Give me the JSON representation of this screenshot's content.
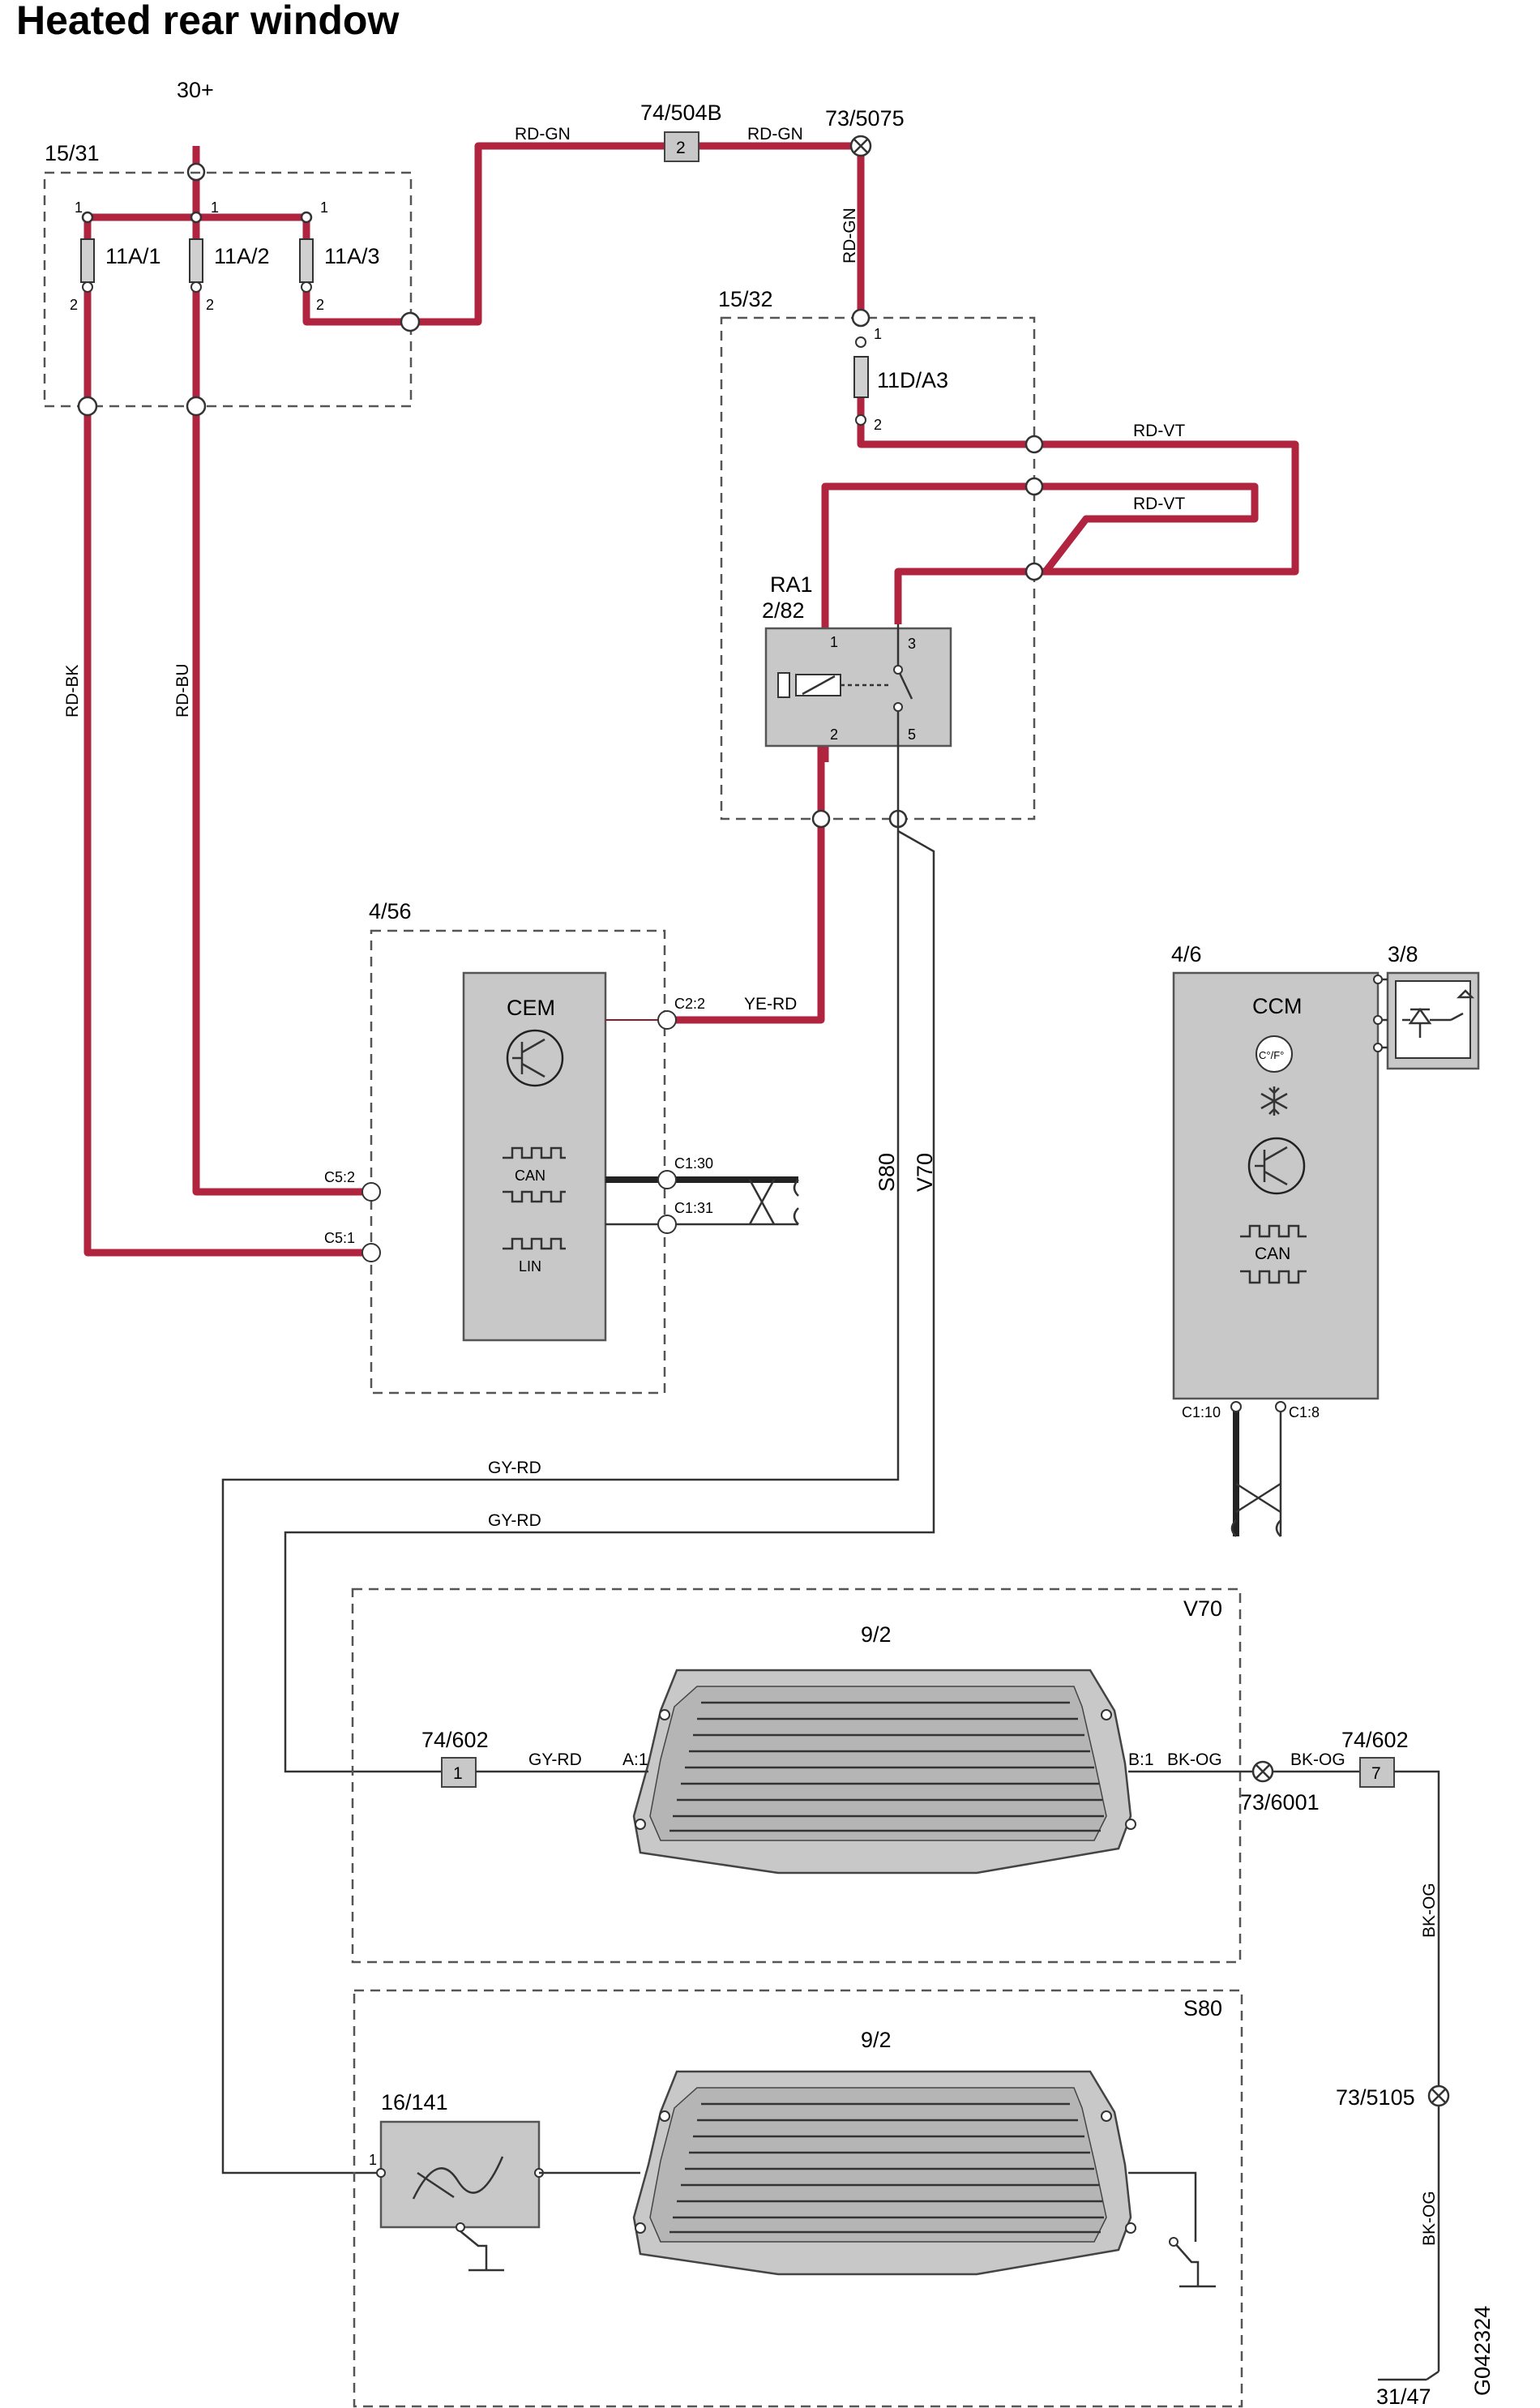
{
  "title": "Heated rear window",
  "supply": "30+",
  "fuse_box_a": {
    "id": "15/31",
    "fuses": [
      "11A/1",
      "11A/2",
      "11A/3"
    ],
    "pin_top": "1",
    "pin_bottom": "2"
  },
  "fuse_box_b": {
    "id": "15/32",
    "fuse": "11D/A3",
    "pin_top": "1",
    "pin_bottom": "2"
  },
  "relay": {
    "ref": "RA1",
    "id": "2/82",
    "pins": [
      "1",
      "2",
      "3",
      "5"
    ]
  },
  "connector_504b": {
    "id": "74/504B",
    "pin": "2"
  },
  "splice_5075": "73/5075",
  "wire_colors": {
    "rd_gn": "RD-GN",
    "rd_vt": "RD-VT",
    "rd_bk": "RD-BK",
    "rd_bu": "RD-BU",
    "ye_rd": "YE-RD",
    "gy_rd": "GY-RD",
    "bk_og": "BK-OG"
  },
  "cem": {
    "id": "4/56",
    "name": "CEM",
    "can": "CAN",
    "lin": "LIN",
    "pins": {
      "c2_2": "C2:2",
      "c1_30": "C1:30",
      "c1_31": "C1:31",
      "c5_2": "C5:2",
      "c5_1": "C5:1"
    }
  },
  "ccm": {
    "id": "4/6",
    "name": "CCM",
    "temp_symbol": "C°/F°",
    "can": "CAN",
    "pins": {
      "c1_10": "C1:10",
      "c1_8": "C1:8"
    }
  },
  "switch_panel": {
    "id": "3/8"
  },
  "variant_labels": {
    "s80": "S80",
    "v70": "V70"
  },
  "v70_box": {
    "label": "V70",
    "window": "9/2",
    "connector_left": {
      "id": "74/602",
      "pin": "1"
    },
    "pin_a1": "A:1",
    "pin_b1": "B:1",
    "splice": "73/6001",
    "connector_right": {
      "id": "74/602",
      "pin": "7"
    }
  },
  "s80_box": {
    "label": "S80",
    "window": "9/2",
    "filter": "16/141",
    "filter_pin": "1"
  },
  "splice_5105": "73/5105",
  "ground": "31/47",
  "drawing_id": "G042324",
  "colors": {
    "power_wire": "#b0243f",
    "module_fill": "#c8c8c8",
    "signal_wire": "#333333"
  }
}
